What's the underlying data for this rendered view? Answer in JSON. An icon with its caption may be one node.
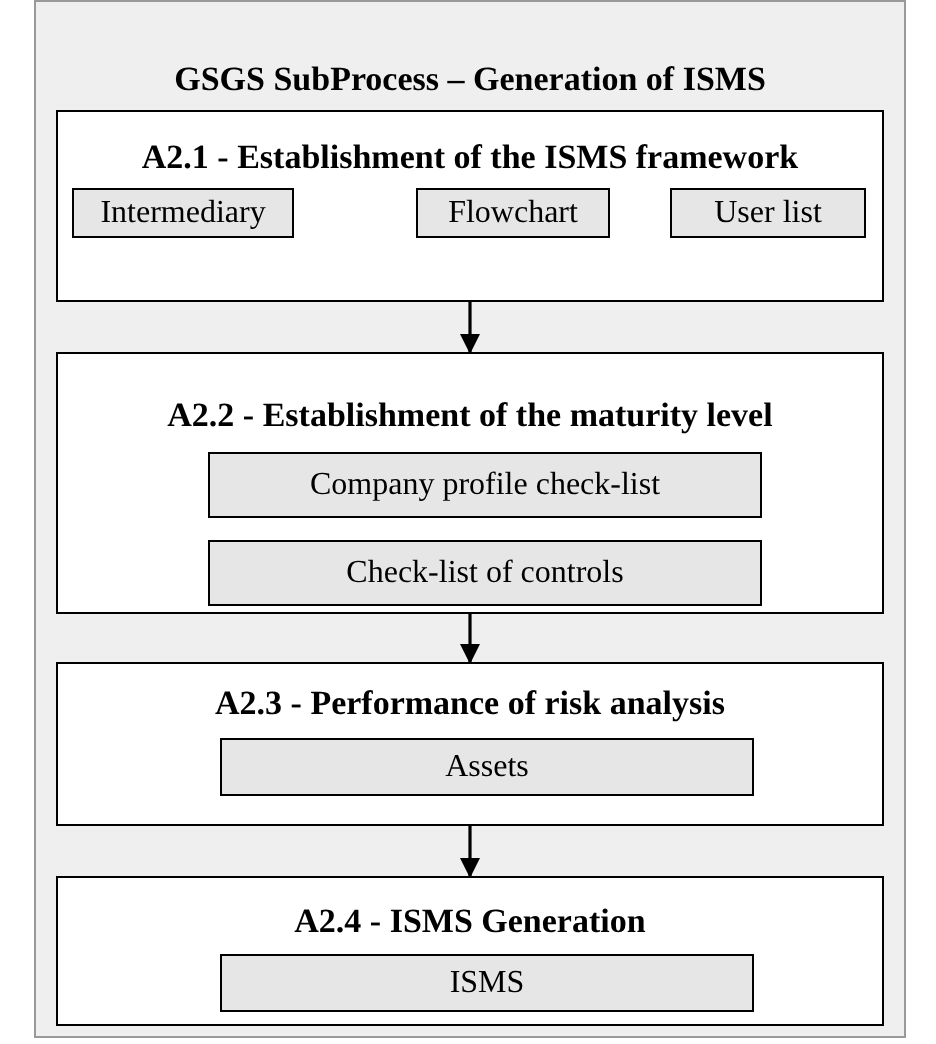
{
  "diagram": {
    "nodes": [
      {
        "text": [
          "GSGS SubProcess – Generation of ISMS"
        ]
      },
      {
        "text": [
          "A2.1 - Establishment of the ISMS framework"
        ],
        "in": 0
      },
      {
        "text": [
          "Intermediary"
        ],
        "in": 1
      },
      {
        "text": [
          "Flowchart"
        ],
        "in": 1
      },
      {
        "text": [
          "User list"
        ],
        "in": 1
      },
      {
        "text": [
          "A2.2 - Establishment of the maturity level"
        ],
        "in": 0
      },
      {
        "text": [
          "Company profile check-list"
        ],
        "in": 5
      },
      {
        "text": [
          "Check-list of controls"
        ],
        "in": 5
      },
      {
        "text": [
          "A2.3 - Performance of risk analysis"
        ],
        "in": 0
      },
      {
        "text": [
          "Assets"
        ],
        "in": 8
      },
      {
        "text": [
          "A2.4 - ISMS Generation"
        ],
        "in": 0
      },
      {
        "text": [
          "ISMS"
        ],
        "in": 10
      }
    ],
    "edges": [
      {
        "from": 1,
        "to": 5,
        "arrow": "to"
      },
      {
        "from": 5,
        "to": 8,
        "arrow": "to"
      },
      {
        "from": 8,
        "to": 10,
        "arrow": "to"
      }
    ]
  }
}
